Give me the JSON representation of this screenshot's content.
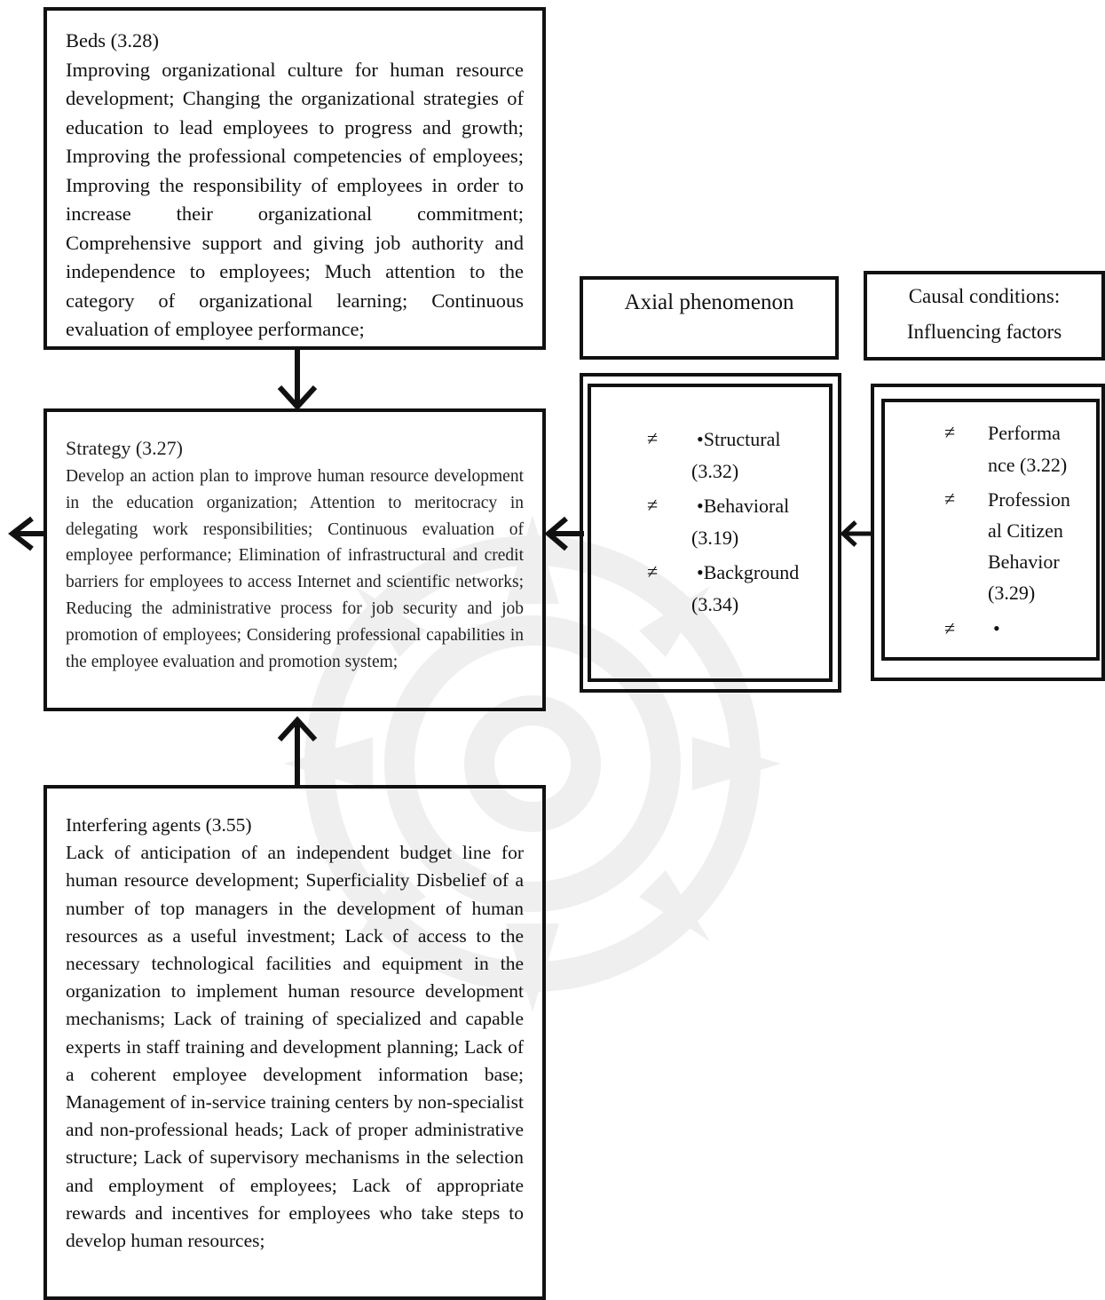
{
  "beds": {
    "title": "Beds (3.28)",
    "text": "Improving organizational culture for human resource development; Changing the organizational strategies of education to lead employees to progress and growth; Improving the professional competencies of employees; Improving the responsibility of employees in order to increase their organizational commitment; Comprehensive support and giving job authority and independence to employees; Much attention to the category of organizational learning; Continuous evaluation of employee performance;"
  },
  "strategy": {
    "title": "Strategy (3.27)",
    "text": "Develop an action plan to improve human resource development in the education organization; Attention to meritocracy in delegating work responsibilities; Continuous evaluation of employee performance; Elimination of infrastructural and credit barriers for employees to access Internet and scientific networks; Reducing the administrative process for job security and job promotion of employees; Considering professional capabilities in the employee evaluation and promotion system;"
  },
  "interfering": {
    "title": "Interfering agents (3.55)",
    "text": "Lack of anticipation of an independent budget line for human resource development; Superficiality Disbelief of a number of top managers in the development of human resources as a useful investment; Lack of access to the necessary technological facilities and equipment in the organization to implement human resource development mechanisms; Lack of training of specialized and capable experts in staff training and development planning; Lack of a coherent employee development information base; Management of in-service training centers by non-specialist and non-professional heads; Lack of proper administrative structure; Lack of supervisory mechanisms in the selection and employment of employees; Lack of appropriate rewards and incentives for employees who take steps to develop human resources;"
  },
  "axial": {
    "header": "Axial phenomenon",
    "symbol": "≠",
    "items": [
      {
        "line1": "•Structural",
        "line2": "(3.32)"
      },
      {
        "line1": "•Behavioral",
        "line2": "(3.19)"
      },
      {
        "line1": "•Background",
        "line2": "(3.34)"
      }
    ]
  },
  "causal": {
    "header_line1": "Causal conditions:",
    "header_line2": "Influencing factors",
    "symbol": "≠",
    "items": [
      {
        "lines": [
          "Performa",
          "nce (3.22)"
        ]
      },
      {
        "lines": [
          "Profession",
          "al Citizen",
          "Behavior",
          "(3.29)"
        ]
      },
      {
        "lines": [
          "•"
        ]
      }
    ]
  },
  "colors": {
    "line": "#111111",
    "watermark": "#888888"
  }
}
